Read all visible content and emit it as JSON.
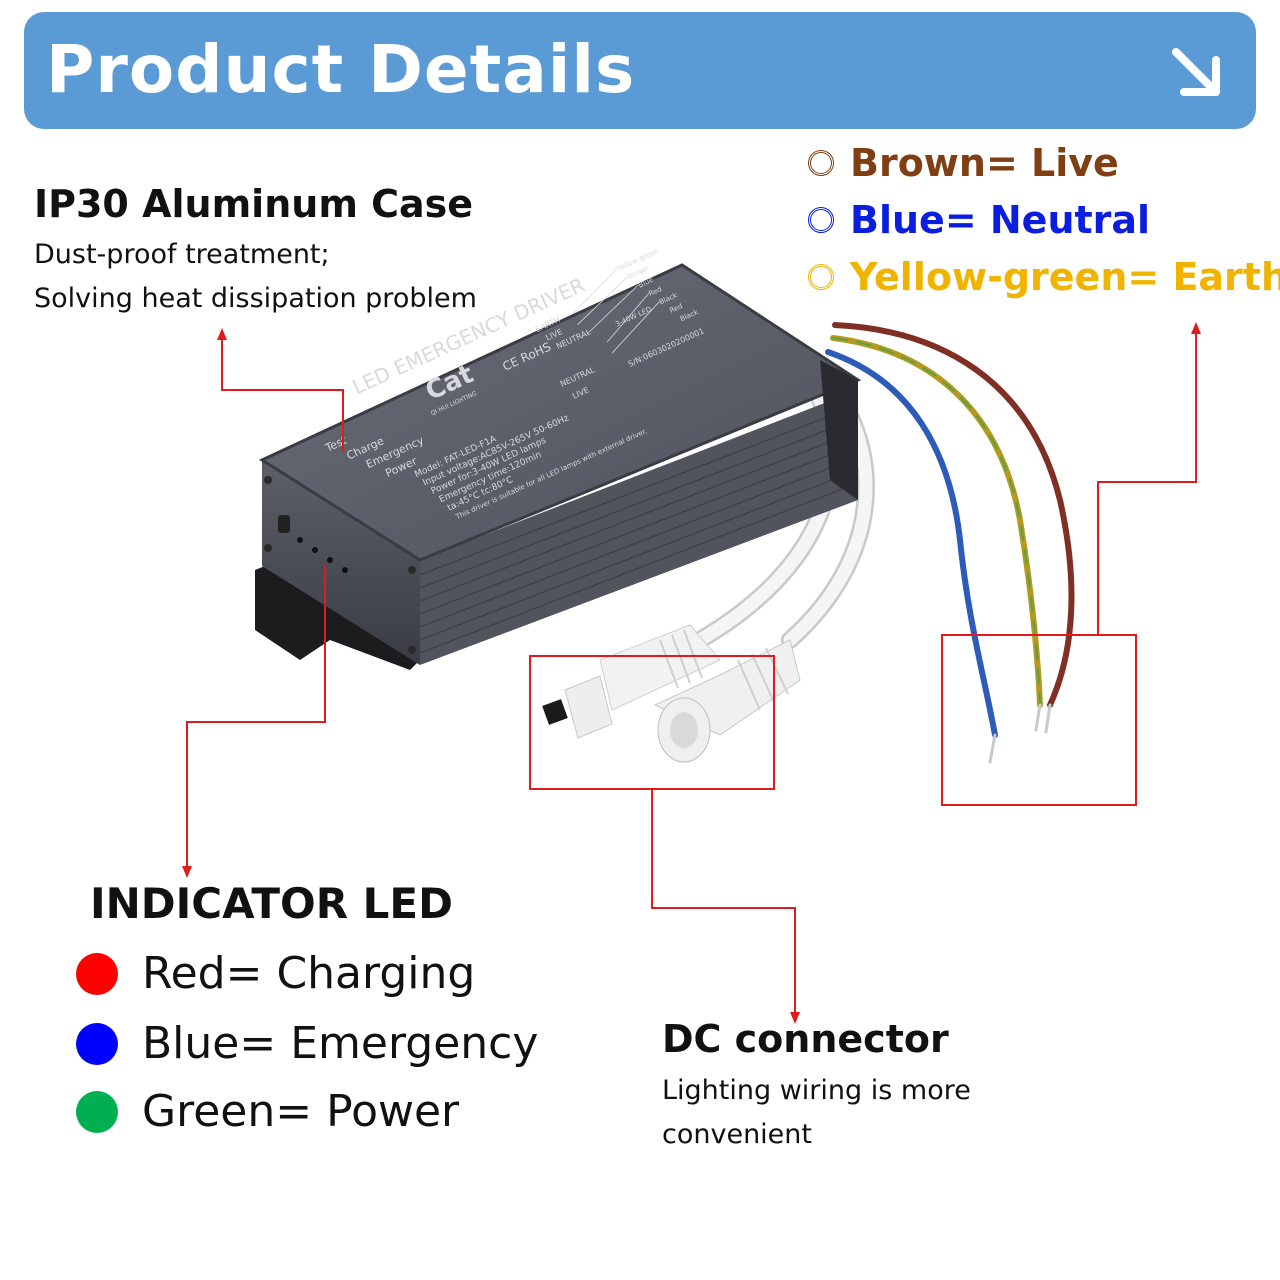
{
  "header": {
    "title": "Product Details",
    "arrow_icon": "arrow-down-right-icon",
    "color": "#5b9bd5"
  },
  "case": {
    "title": "IP30 Aluminum Case",
    "lines": [
      "Dust-proof treatment;",
      "Solving heat dissipation  problem"
    ]
  },
  "wires": [
    {
      "label": "Brown= Live",
      "color": "#7f3f12"
    },
    {
      "label": "Blue= Neutral",
      "color": "#0b1ee0"
    },
    {
      "label": "Yellow-green= Earth",
      "color": "#f0b400"
    }
  ],
  "indicator": {
    "title": "INDICATOR LED",
    "items": [
      {
        "label": "Red= Charging",
        "color": "#ff0000"
      },
      {
        "label": "Blue= Emergency",
        "color": "#0000ff"
      },
      {
        "label": "Green= Power",
        "color": "#00b050"
      }
    ]
  },
  "dc": {
    "title": "DC connector",
    "lines": [
      "Lighting  wiring  is  more",
      "convenient"
    ]
  },
  "device": {
    "heading": "LED EMERGENCY DRIVER",
    "brand": "Cat",
    "brand_sub": "QI HUI LIGHTING",
    "certs": "CE RoHS",
    "leds": [
      "Test",
      "Charge",
      "Emergency",
      "Power"
    ],
    "spec_lines": [
      "Model: FAT-LED-F1A",
      "Input voltage:AC85V-265V 50-60Hz",
      "Power for:3-40W LED lamps",
      "Emergency time:120min",
      "ta:45°C  tc:80°C",
      "This driver is suitable for all LED lamps with external driver."
    ],
    "terminal_labels": [
      "EARTH",
      "LIVE",
      "NEUTRAL"
    ],
    "wire_labels": [
      "Yellow-green",
      "Brown",
      "Blue",
      "Red",
      "Black",
      "Red",
      "Black"
    ],
    "lamp_label": "3-40W LED",
    "serial": "S/N:0603020200001",
    "side_labels": [
      "NEUTRAL",
      "LIVE"
    ]
  },
  "colors": {
    "callout": "#e01b1b",
    "case_body": "#5e606a"
  }
}
